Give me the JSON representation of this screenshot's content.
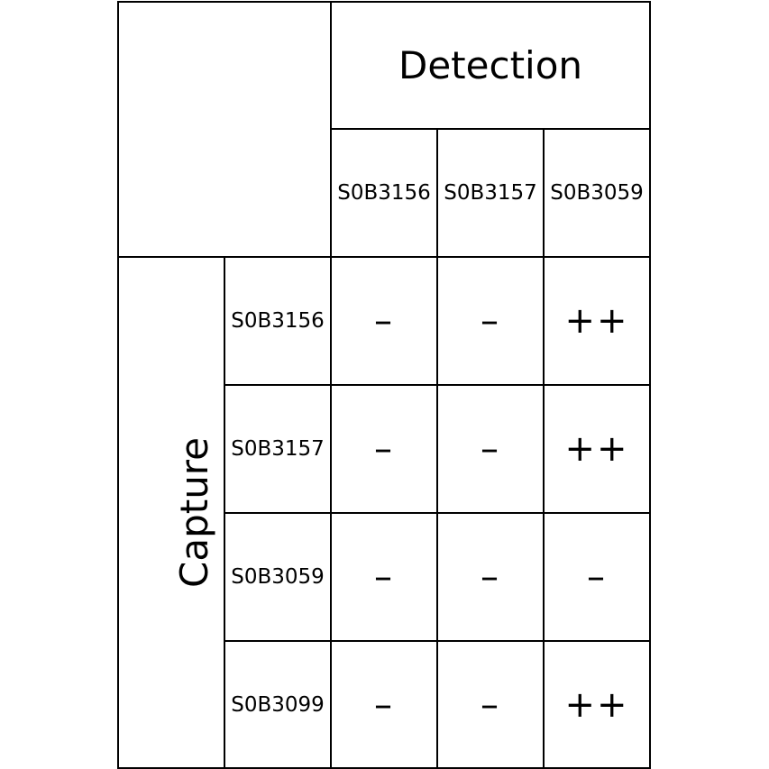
{
  "header": {
    "detection_label": "Detection",
    "capture_label": "Capture"
  },
  "detection_columns": [
    "S0B3156",
    "S0B3157",
    "S0B3059"
  ],
  "rows": [
    {
      "label": "S0B3156",
      "values": [
        "–",
        "–",
        "++"
      ]
    },
    {
      "label": "S0B3157",
      "values": [
        "–",
        "–",
        "++"
      ]
    },
    {
      "label": "S0B3059",
      "values": [
        "–",
        "–",
        "–"
      ]
    },
    {
      "label": "S0B3099",
      "values": [
        "–",
        "–",
        "++"
      ]
    }
  ]
}
